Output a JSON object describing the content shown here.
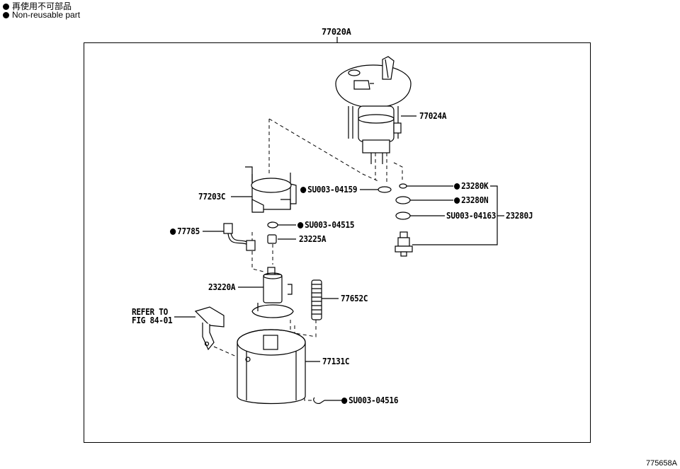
{
  "legend": {
    "japanese": "再使用不可部品",
    "english": "Non-reusable part"
  },
  "assembly_label": "77020A",
  "parts": {
    "p77024A": "77024A",
    "p77203C": "77203C",
    "pSU003_04159": "SU003-04159",
    "p23280K": "23280K",
    "p23280N": "23280N",
    "pSU003_04163": "SU003-04163",
    "p23280J": "23280J",
    "pSU003_04515": "SU003-04515",
    "p77785": "77785",
    "p23225A": "23225A",
    "p23220A": "23220A",
    "p77652C": "77652C",
    "refer_line1": "REFER TO",
    "refer_line2": "FIG 84-01",
    "p77131C": "77131C",
    "pSU003_04516": "SU003-04516"
  },
  "illustration_id": "775658A"
}
